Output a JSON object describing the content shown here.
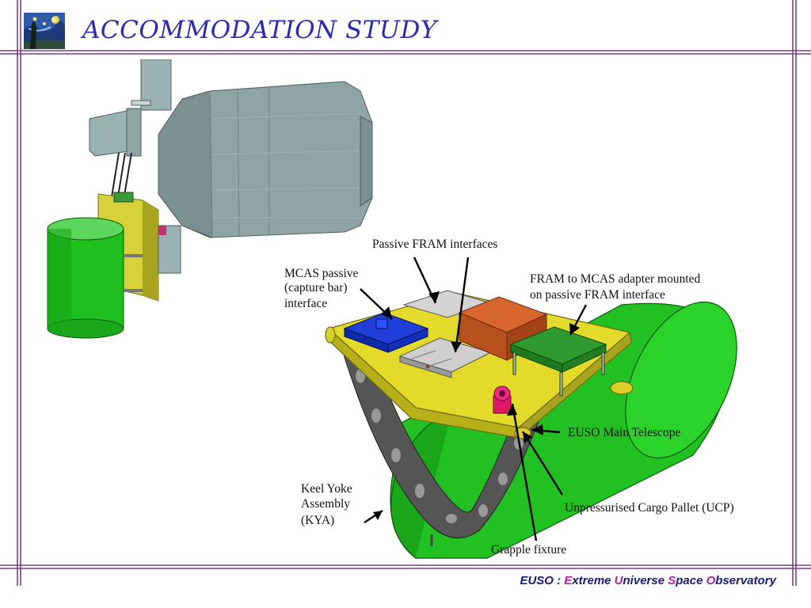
{
  "title": "ACCOMMODATION STUDY",
  "colors": {
    "frame": "#7b3f8c",
    "title": "#2a2ab8",
    "footer_text": "#1a1a7a",
    "footer_accent": "#b01fa8"
  },
  "labels": {
    "passive_fram": "Passive FRAM interfaces",
    "mcas_passive_1": "MCAS passive",
    "mcas_passive_2": "(capture bar)",
    "mcas_passive_3": "interface",
    "fram_adapter_1": "FRAM to MCAS adapter mounted",
    "fram_adapter_2": "on passive FRAM interface",
    "euso_telescope": "EUSO Main Telescope",
    "kya_1": "Keel Yoke",
    "kya_2": "Assembly",
    "kya_3": "(KYA)",
    "ucp": "Unpressurised Cargo Pallet (UCP)",
    "grapple": "Grapple fixture"
  },
  "footer": {
    "prefix": "EUSO : ",
    "w1_initial": "E",
    "w1_rest": "xtreme ",
    "w2_initial": "U",
    "w2_rest": "niverse ",
    "w3_initial": "S",
    "w3_rest": "pace ",
    "w4_initial": "O",
    "w4_rest": "bservatory"
  }
}
